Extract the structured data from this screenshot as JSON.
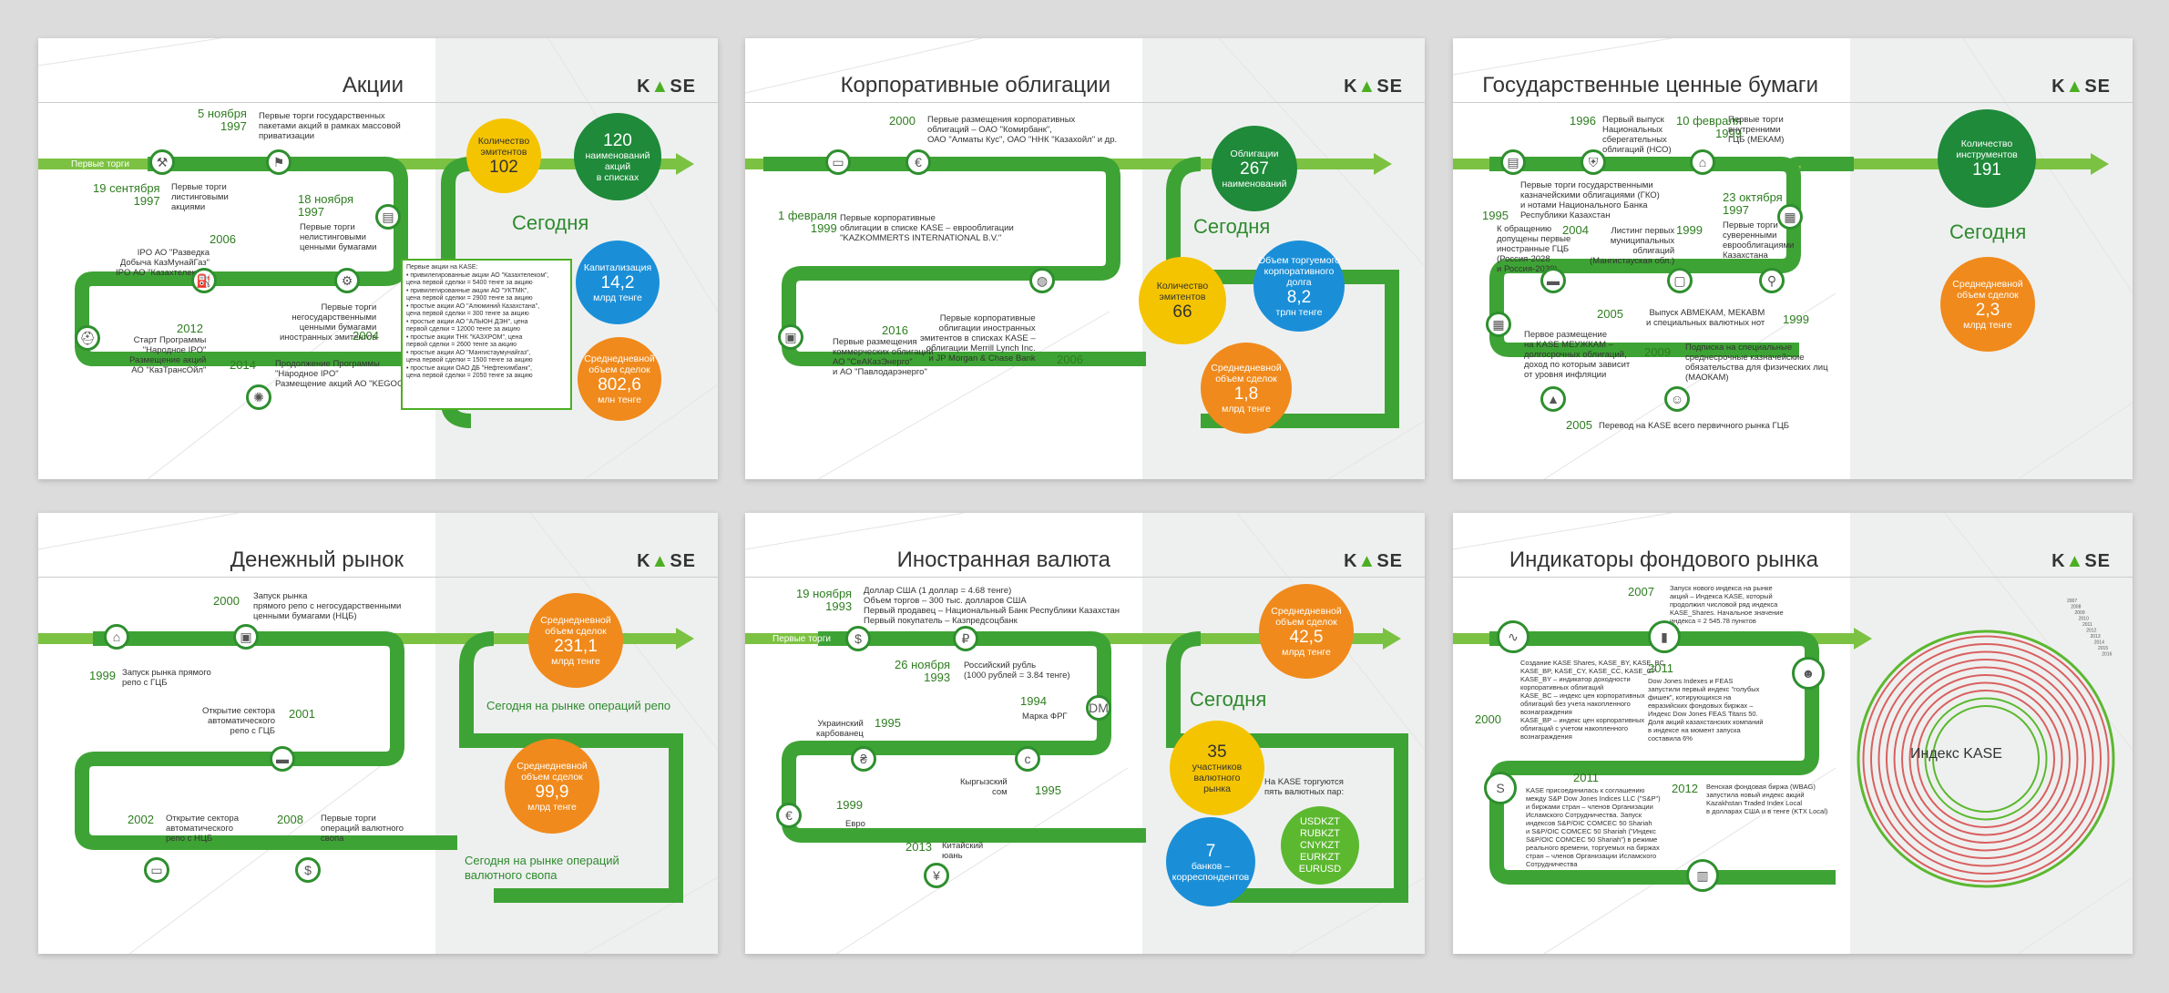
{
  "colors": {
    "green_dark": "#1e8a3a",
    "green_light": "#5cb82f",
    "yellow": "#f5c400",
    "blue": "#1a8fd8",
    "orange": "#f08a1c"
  },
  "logo": "KASE",
  "today": "Сегодня",
  "p1": {
    "title": "Акции",
    "ribbon": "Первые торги",
    "y1": "5 ноября\n1997",
    "t1": "Первые торги государственных\nпакетами акций в рамках массовой\nприватизации",
    "y2": "19 сентября\n1997",
    "t2": "Первые торги\nлистинговыми\nакциями",
    "y3": "18 ноября\n1997",
    "t3": "Первые торги\nнелистинговыми\nценными бумагами",
    "y4": "2006",
    "t4": "IPO АО \"Разведка\nДобыча КазМунайГаз\"\nIPO АО \"Казахтелеком\"",
    "y5": "2004",
    "t5": "Первые торги\nнегосударственными\nценными бумагами\nиностранных эмитентов",
    "y6": "2012",
    "t6": "Старт Программы\n\"Народное IPO\"\nРазмещение акций\nАО \"КазТрансОйл\"",
    "y7": "2014",
    "t7": "Продолжение Программы\n\"Народное IPO\"\nРазмещение акций АО \"KEGOC\"",
    "note": "Первые акции на KASE:\n• привилегированные акции АО \"Казахтелеком\",\n  цена первой сделки = 5400 тенге за акцию\n• привилегированные акции АО \"УКТМК\",\n  цена первой сделки = 2900 тенге за акцию\n• простые акции АО \"Алюминий Казахстана\",\n  цена первой сделки = 300 тенге за акцию\n• простые акции АО \"АЛЬЮН ДЭН\", цена\n  первой сделки = 12000 тенге за акцию\n• простые акции ТНК \"КАЗХРОМ\", цена\n  первой сделки = 2600 тенге за акцию\n• простые акции АО \"Мангистаумунайгаз\",\n  цена первой сделки = 1500 тенге за акцию\n• простые акции ОАО ДБ \"Нефтехимбанк\",\n  цена первой сделки = 2050 тенге за акцию",
    "b1l": "Количество\nэмитентов",
    "b1v": "102",
    "b2v": "120",
    "b2l": "наименований\nакций\nв списках",
    "b3l": "Капитализация",
    "b3v": "14,2",
    "b3u": "млрд тенге",
    "b4l": "Среднедневной\nобъем сделок",
    "b4v": "802,6",
    "b4u": "млн тенге"
  },
  "p2": {
    "title": "Корпоративные облигации",
    "y1": "2000",
    "t1": "Первые размещения корпоративных\nоблигаций – ОАО \"Комирбанк\",\nОАО \"Алматы Кус\", ОАО \"ННК \"Казахойл\" и др.",
    "y2": "1 февраля\n1999",
    "t2": "Первые корпоративные\nоблигации в списке KASE – еврооблигации\n\"KAZKOMMERTS INTERNATIONAL B.V.\"",
    "y3": "2016",
    "t3": "Первые размещения\nкоммерческих облигаций\nАО \"СеАКазЭнерго\"\nи АО \"Павлодарэнерго\"",
    "y4": "2006",
    "t4": "Первые корпоративные\nоблигации иностранных\nэмитентов в списках KASE –\nоблигации Merrill Lynch Inc.\nи JP Morgan & Chase Bank",
    "b1l": "Облигации",
    "b1v": "267",
    "b1u": "наименований",
    "b2l": "Количество\nэмитентов",
    "b2v": "66",
    "b3l": "Объем торгуемого\nкорпоративного\nдолга",
    "b3v": "8,2",
    "b3u": "трлн тенге",
    "b4l": "Среднедневной\nобъем сделок",
    "b4v": "1,8",
    "b4u": "млрд тенге"
  },
  "p3": {
    "title": "Государственные ценные бумаги",
    "y1": "1996",
    "t1": "Первый выпуск\nНациональных\nсберегательных\nоблигаций (НСО)",
    "y2": "10 февраля\n1999",
    "t2": "Первые торги\nвнутренними\nГЦБ (МЕКАМ)",
    "t3": "Первые торги государственными\nказначейскими облигациями (ГКО)\nи нотами Национального Банка\nРеспублики Казахстан",
    "y4": "1995",
    "t4": "К обращению\nдопущены первые\nиностранные ГЦБ\n(Россия-2028\nи Россия-2030)",
    "y5": "2004",
    "t5": "Листинг первых\nмуниципальных\nоблигаций\n(Мангистауская обл.)",
    "y6": "1999",
    "y7": "23 октября\n1997",
    "t7": "Первые торги\nсуверенными\nеврооблигациями\nКазахстана",
    "y8": "2005",
    "t8": "Первое размещение\nна KASE МЕУЖКАМ –\nдолгосрочных облигаций,\nдоход по которым зависит\nот уровня инфляции",
    "t9": "Выпуск АВМЕКАМ, МЕКАВМ\nи специальных валютных нот",
    "y9": "1999",
    "y10": "2009",
    "t10": "Подписка на специальные\nсреднесрочные казначейские\nобязательства для физических лиц\n(МАОКАМ)",
    "y11": "2005",
    "t11": "Перевод на KASE всего первичного рынка ГЦБ",
    "b1l": "Количество\nинструментов",
    "b1v": "191",
    "b2l": "Среднедневной\nобъем сделок",
    "b2v": "2,3",
    "b2u": "млрд тенге"
  },
  "p4": {
    "title": "Денежный рынок",
    "y1": "2000",
    "t1": "Запуск рынка\nпрямого репо с негосударственными\nценными бумагами (НЦБ)",
    "y2": "1999",
    "t2": "Запуск рынка прямого\nрепо с ГЦБ",
    "y3": "2001",
    "t3": "Открытие сектора\nавтоматического\nрепо с ГЦБ",
    "y4": "2002",
    "t4": "Открытие сектора\nавтоматического\nрепо с НЦБ",
    "y5": "2008",
    "t5": "Первые торги\nопераций валютного\nсвопа",
    "b1l": "Среднедневной\nобъем сделок",
    "b1v": "231,1",
    "b1u": "млрд тенге",
    "g1": "Сегодня на рынке операций репо",
    "b2l": "Среднедневной\nобъем сделок",
    "b2v": "99,9",
    "b2u": "млрд тенге",
    "g2": "Сегодня на рынке операций\nвалютного свопа"
  },
  "p5": {
    "title": "Иностранная валюта",
    "ribbon": "Первые торги",
    "y1": "19 ноября\n1993",
    "t1": "Доллар США (1 доллар = 4.68 тенге)\nОбъем торгов – 300 тыс. долларов США\nПервый продавец – Национальный Банк Республики Казахстан\nПервый покупатель – Казпредсоцбанк",
    "y2": "26 ноября\n1993",
    "t2": "Российский рубль\n(1000 рублей = 3.84 тенге)",
    "y3": "1994",
    "t3": "Марка ФРГ",
    "y4": "1995",
    "t4": "Украинский\nкарбованец",
    "y5": "1995",
    "t5": "Кыргызский\nсом",
    "y6": "1999",
    "t6": "Евро",
    "y7": "2013",
    "t7": "Китайский\nюань",
    "b1l": "Среднедневной\nобъем сделок",
    "b1v": "42,5",
    "b1u": "млрд тенге",
    "b2v": "35",
    "b2l": "участников\nвалютного\nрынка",
    "pairs_title": "На KASE торгуются\nпять валютных пар:",
    "pairs": "USDKZT\nRUBKZT\nCNYKZT\nEURKZT\nEURUSD",
    "b3v": "7",
    "b3l": "банков –\nкорреспондентов"
  },
  "p6": {
    "title": "Индикаторы фондового рынка",
    "y1": "2007",
    "t1": "Запуск нового индекса на рынке\nакций – Индекса KASE, который\nпродолжил числовой ряд индекса\nKASE_Shares. Начальное значение\nиндекса = 2 545.78 пунктов",
    "y2": "2000",
    "t2": "Создание KASE Shares, KASE_BY, KASE_BC,\nKASE_BP, KASE_CY, KASE_CC, KASE_CP\nKASE_BY – индикатор доходности\nкорпоративных облигаций\nKASE_BC – индекс цен корпоративных\nоблигаций без учета накопленного\nвознаграждения\nKASE_BP – индекс цен корпоративных\nоблигаций с учетом накопленного\nвознаграждения",
    "y3": "2011",
    "t3": "Dow Jones Indexes и FEAS\nзапустили первый индекс \"голубых\nфишек\", котирующихся на\nевразийских фондовых биржах –\nИндекс Dow Jones FEAS Titans 50.\nДоля акций казахстанских компаний\nв индексе на момент запуска\nсоставила 6%",
    "y4": "2011",
    "t4": "KASE присоединилась к соглашению\nмежду S&P Dow Jones Indices LLC (\"S&P\")\nи биржами стран – членов Организации\nИсламского Сотрудничества. Запуск\nиндексов S&P/OIC COMCEC 50 Shariah\nи S&P/OIC COMCEC 50 Shariah (\"Индекс\nS&P/OIC COMCEC 50 Shariah\") в режиме\nреального времени, торгуемых на биржах\nстран – членов Организации Исламского\nСотрудничества",
    "y5": "2012",
    "t5": "Венская фондовая биржа (WBAG)\nзапустила новый индекс акций\nKazakhstan Traded Index Local\nв долларах США и в тенге (KTX Local)",
    "center": "Индекс KASE",
    "years": [
      "2007",
      "2008",
      "2009",
      "2010",
      "2011",
      "2012",
      "2013",
      "2014",
      "2015",
      "2016"
    ]
  }
}
